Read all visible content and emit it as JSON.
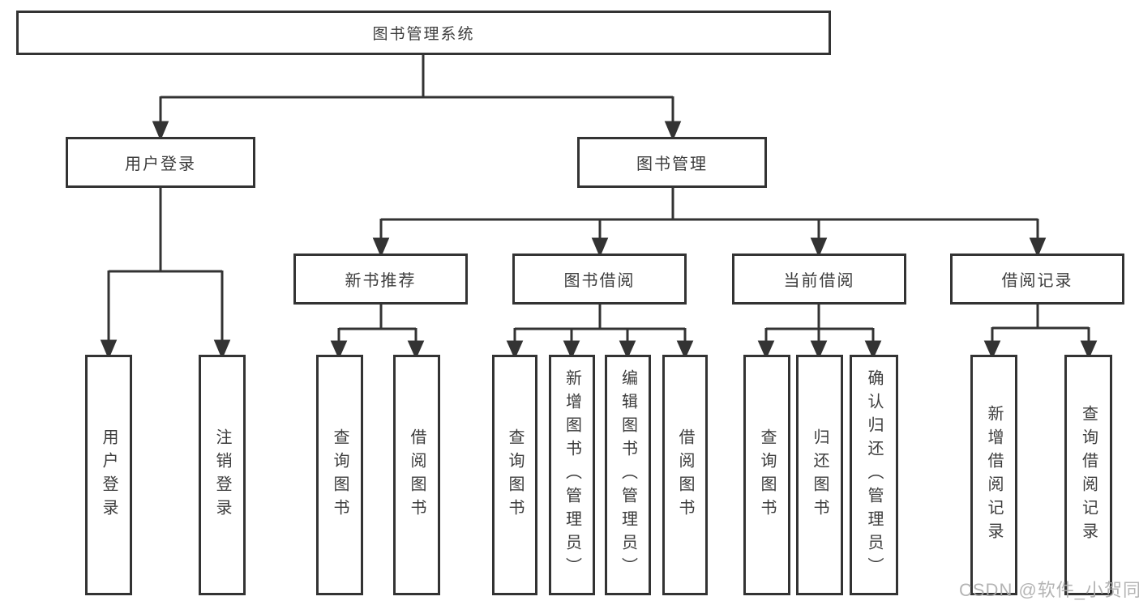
{
  "diagram_title": "图书管理系统",
  "tree": {
    "root": {
      "label": "图书管理系统"
    },
    "branches": [
      {
        "label": "用户登录",
        "children": [
          {
            "label": "用户登录"
          },
          {
            "label": "注销登录"
          }
        ]
      },
      {
        "label": "图书管理",
        "children": [
          {
            "label": "新书推荐",
            "children": [
              {
                "label": "查询图书"
              },
              {
                "label": "借阅图书"
              }
            ]
          },
          {
            "label": "图书借阅",
            "children": [
              {
                "label": "查询图书"
              },
              {
                "label": "新增图书（管理员）"
              },
              {
                "label": "编辑图书（管理员）"
              },
              {
                "label": "借阅图书"
              }
            ]
          },
          {
            "label": "当前借阅",
            "children": [
              {
                "label": "查询图书"
              },
              {
                "label": "归还图书"
              },
              {
                "label": "确认归还（管理员）"
              }
            ]
          },
          {
            "label": "借阅记录",
            "children": [
              {
                "label": "新增借阅记录"
              },
              {
                "label": "查询借阅记录"
              }
            ]
          }
        ]
      }
    ]
  },
  "watermark": {
    "text": "CSDN @软件_小贺同学"
  },
  "colors": {
    "line": "#333333",
    "text": "#3c3c3c",
    "background": "#ffffff",
    "watermark": "#acacac"
  }
}
